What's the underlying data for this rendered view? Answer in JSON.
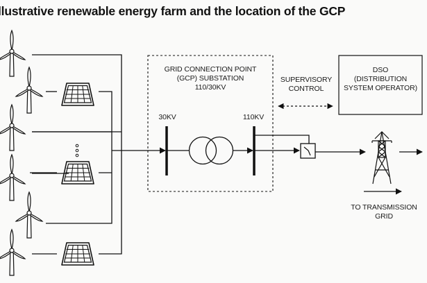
{
  "title": "llustrative renewable energy farm and the location of the GCP",
  "substation": {
    "line1": "GRID CONNECTION POINT",
    "line2": "(GCP) SUBSTATION",
    "line3": "110/30KV",
    "low_voltage_label": "30KV",
    "high_voltage_label": "110KV"
  },
  "supervisory": {
    "line1": "SUPERVISORY",
    "line2": "CONTROL"
  },
  "dso": {
    "line1": "DSO",
    "line2": "(DISTRIBUTION",
    "line3": "SYSTEM OPERATOR)"
  },
  "transmission": {
    "line1": "TO TRANSMISSION",
    "line2": "GRID"
  },
  "farm": {
    "generators": [
      {
        "type": "wind-turbine",
        "row": 1
      },
      {
        "type": "wind-turbine",
        "row": 2
      },
      {
        "type": "solar-panel",
        "row": 2
      },
      {
        "type": "wind-turbine",
        "row": 3
      },
      {
        "type": "wind-turbine",
        "row": 4
      },
      {
        "type": "solar-panel",
        "row": 4
      },
      {
        "type": "wind-turbine",
        "row": 5
      },
      {
        "type": "wind-turbine",
        "row": 6
      },
      {
        "type": "solar-panel",
        "row": 6
      }
    ],
    "ellipsis": "more generators (⋮)"
  },
  "colors": {
    "line": "#111111",
    "background": "#fafaf9"
  }
}
